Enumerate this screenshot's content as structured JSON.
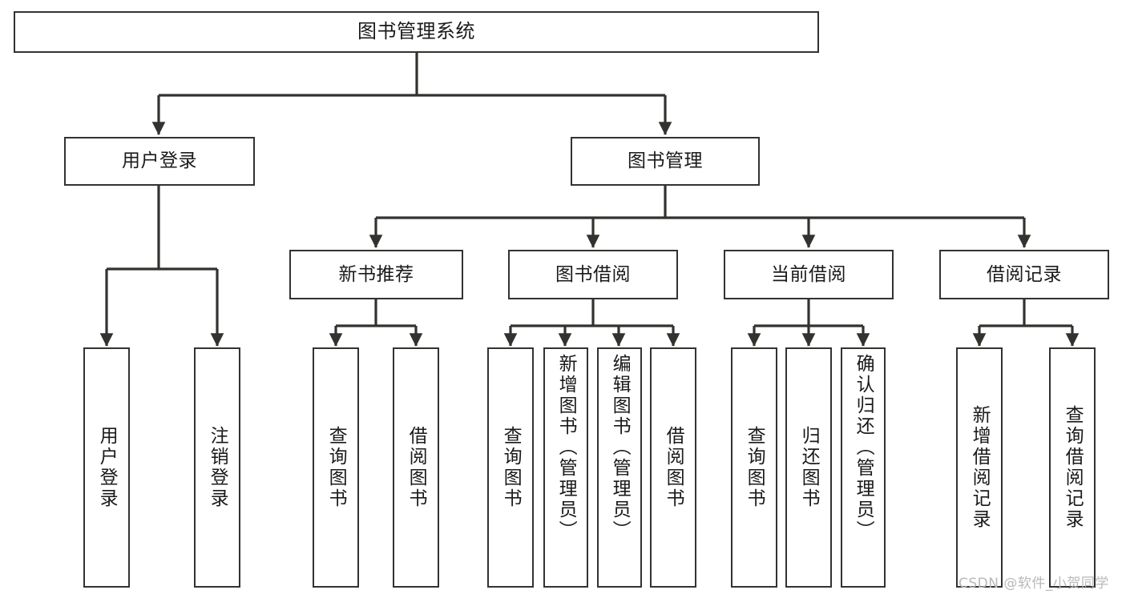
{
  "diagram": {
    "title": "图书管理系统",
    "type": "tree",
    "watermark": "CSDN @软件_小贺同学",
    "colors": {
      "background": "#ffffff",
      "node_fill": "#ffffff",
      "node_border": "#32322f",
      "edge": "#32322f",
      "text": "#1a1a1a",
      "watermark": "#b9b9b9"
    },
    "nodes": {
      "root": {
        "label": "图书管理系统"
      },
      "level2": [
        {
          "id": "user-login",
          "label": "用户登录"
        },
        {
          "id": "book-manage",
          "label": "图书管理"
        }
      ],
      "level3": [
        {
          "id": "new-book-rec",
          "label": "新书推荐"
        },
        {
          "id": "book-borrow",
          "label": "图书借阅"
        },
        {
          "id": "current-borrow",
          "label": "当前借阅"
        },
        {
          "id": "borrow-record",
          "label": "借阅记录"
        }
      ],
      "leaves": [
        {
          "id": "leaf-user-login",
          "label": "用户登录",
          "parent": "user-login"
        },
        {
          "id": "leaf-logout",
          "label": "注销登录",
          "parent": "user-login"
        },
        {
          "id": "leaf-query-book-1",
          "label": "查询图书",
          "parent": "new-book-rec"
        },
        {
          "id": "leaf-borrow-book-1",
          "label": "借阅图书",
          "parent": "new-book-rec"
        },
        {
          "id": "leaf-query-book-2",
          "label": "查询图书",
          "parent": "book-borrow"
        },
        {
          "id": "leaf-add-book",
          "label": "新增图书（管理员）",
          "parent": "book-borrow"
        },
        {
          "id": "leaf-edit-book",
          "label": "编辑图书（管理员）",
          "parent": "book-borrow"
        },
        {
          "id": "leaf-borrow-book-2",
          "label": "借阅图书",
          "parent": "book-borrow"
        },
        {
          "id": "leaf-query-book-3",
          "label": "查询图书",
          "parent": "current-borrow"
        },
        {
          "id": "leaf-return-book",
          "label": "归还图书",
          "parent": "current-borrow"
        },
        {
          "id": "leaf-confirm-return",
          "label": "确认归还（管理员）",
          "parent": "current-borrow"
        },
        {
          "id": "leaf-add-record",
          "label": "新增借阅记录",
          "parent": "borrow-record"
        },
        {
          "id": "leaf-query-record",
          "label": "查询借阅记录",
          "parent": "borrow-record"
        }
      ]
    }
  }
}
